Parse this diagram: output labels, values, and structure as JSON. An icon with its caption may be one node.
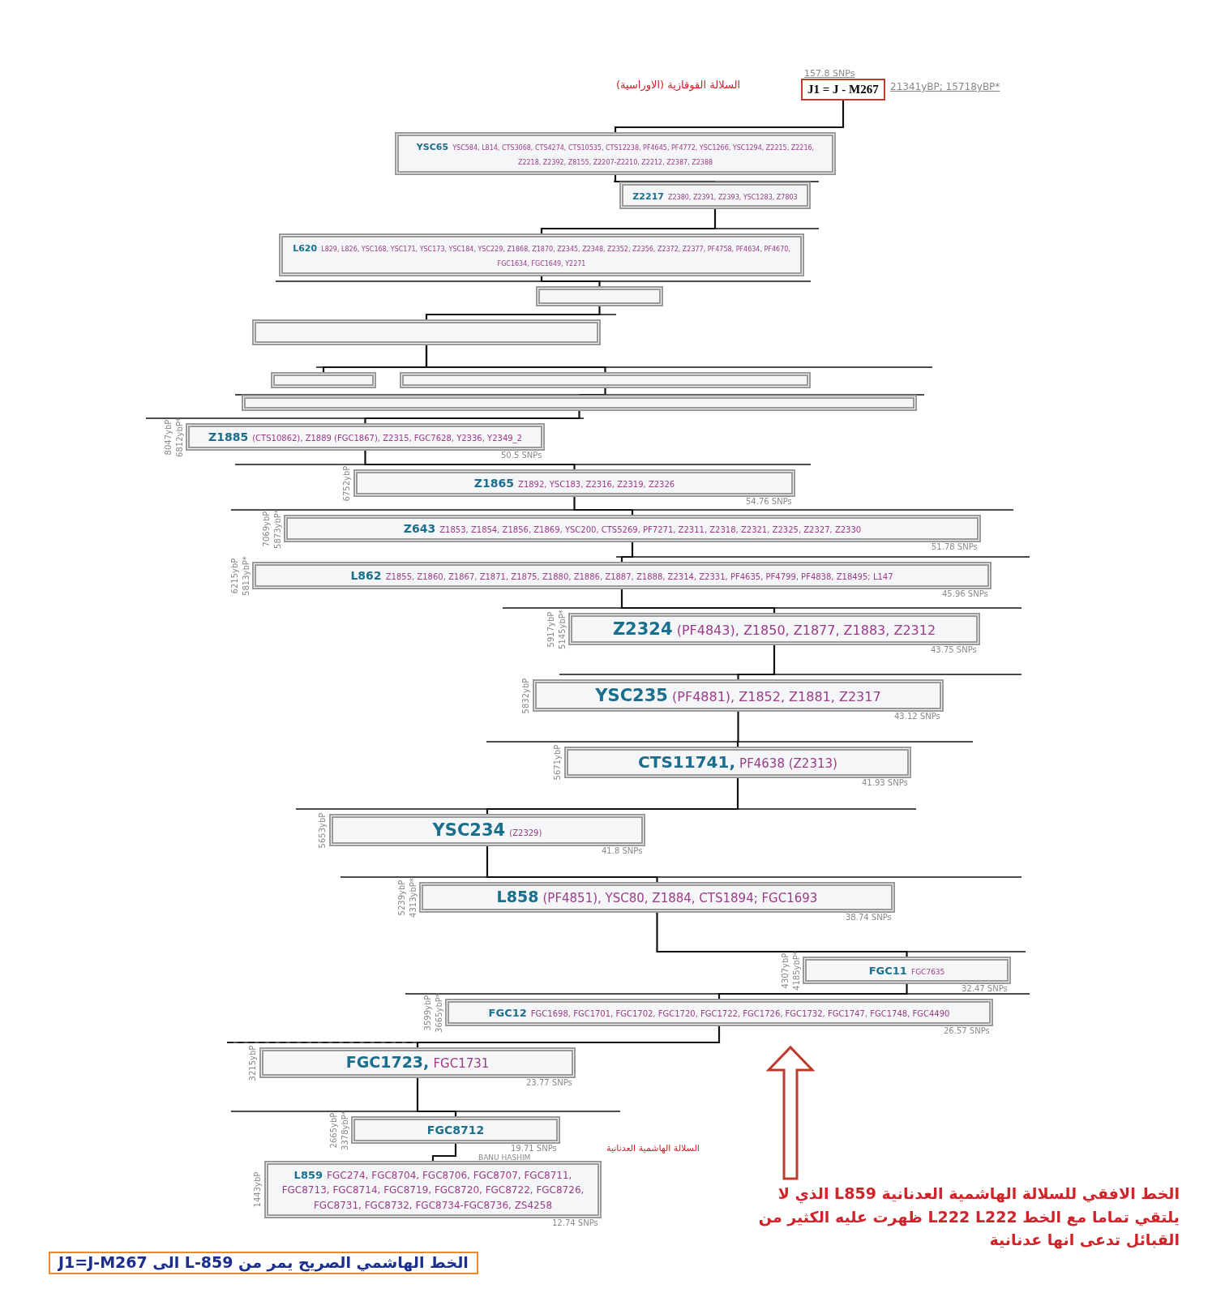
{
  "diagram": {
    "nodes": [
      {
        "text": [
          "J1 = J - M267"
        ],
        "beside": [
          "157.8 SNPs",
          "21341yBP; 15718yBP*"
        ]
      },
      {
        "text": [
          "YSC65",
          "YSC584, L814, CTS3068, CTS4274, CTS10535, CTS12238, PF4645, PF4772, YSC1266, YSC1294, Z2215, Z2216, Z2218, Z2392, Z8155, Z2207-Z2210, Z2212, Z2387, Z2388"
        ]
      },
      {
        "text": [
          "Z2217",
          "Z2380, Z2391, Z2393, YSC1283, Z7803"
        ]
      },
      {
        "text": [
          "L620",
          "L829, L826, YSC168, YSC171, YSC173, YSC184, YSC229, Z1868, Z1870, Z2345, Z2348, Z2352, Z2356, Z2372, Z2377, PF4758, PF4634, PF4670, FGC1634, FGC1649, Y2271"
        ]
      },
      {
        "text": [],
        "shape": "box"
      },
      {
        "text": [],
        "shape": "box"
      },
      {
        "text": [],
        "shape": "box"
      },
      {
        "text": [],
        "shape": "box"
      },
      {
        "text": [],
        "shape": "box"
      },
      {
        "text": [
          "Z1885",
          "(CTS10862), Z1889 (FGC1867), Z2315, FGC7628, Y2336, Y2349_2"
        ],
        "beside": [
          "8047ybP",
          "6812ybP*",
          "50.5 SNPs"
        ]
      },
      {
        "text": [
          "Z1865",
          "Z1892, YSC183, Z2316, Z2319, Z2326"
        ],
        "beside": [
          "6752ybP",
          "54.76 SNPs"
        ]
      },
      {
        "text": [
          "Z643",
          "Z1853, Z1854, Z1856, Z1869, YSC200, CTS5269, PF7271, Z2311, Z2318, Z2321, Z2325, Z2327, Z2330"
        ],
        "beside": [
          "7069ybP",
          "5873ybP*",
          "51.78 SNPs"
        ]
      },
      {
        "text": [
          "L862",
          "Z1855, Z1860, Z1867, Z1871, Z1875, Z1880, Z1886, Z1887, Z1888, Z2314, Z2331, PF4635, PF4799, PF4838, Z18495; L147"
        ],
        "beside": [
          "6215ybP",
          "5813ybP*",
          "45.96 SNPs"
        ]
      },
      {
        "text": [
          "Z2324",
          "(PF4843), Z1850, Z1877, Z1883, Z2312"
        ],
        "beside": [
          "5917ybP",
          "5145ybP*",
          "43.75 SNPs"
        ]
      },
      {
        "text": [
          "YSC235",
          "(PF4881), Z1852, Z1881, Z2317"
        ],
        "beside": [
          "5832ybP",
          "43.12 SNPs"
        ]
      },
      {
        "text": [
          "CTS11741,",
          "PF4638 (Z2313)"
        ],
        "beside": [
          "5671ybP",
          "41.93 SNPs"
        ]
      },
      {
        "text": [
          "YSC234",
          "(Z2329)"
        ],
        "beside": [
          "5653ybP",
          "41.8 SNPs"
        ]
      },
      {
        "text": [
          "L858",
          "(PF4851), YSC80, Z1884, CTS1894; FGC1693"
        ],
        "beside": [
          "5239ybP",
          "4313ybP*",
          "38.74 SNPs"
        ]
      },
      {
        "text": [
          "FGC11",
          "FGC7635"
        ],
        "beside": [
          "4307ybP",
          "4185ybP*",
          "32.47 SNPs"
        ]
      },
      {
        "text": [
          "FGC12",
          "FGC1698, FGC1701, FGC1702, FGC1720, FGC1722, FGC1726, FGC1732, FGC1747, FGC1748, FGC4490"
        ],
        "beside": [
          "3599ybP",
          "3665ybP*",
          "26.57 SNPs"
        ]
      },
      {
        "text": [
          "FGC1723,",
          "FGC1731"
        ],
        "beside": [
          "3215ybP",
          "23.77 SNPs"
        ]
      },
      {
        "text": [
          "FGC8712"
        ],
        "beside": [
          "2665ybP",
          "3378ybP*",
          "19.71 SNPs"
        ]
      },
      {
        "text": [
          "L859",
          "FGC274, FGC8704, FGC8706, FGC8707, FGC8711, FGC8713, FGC8714, FGC8719, FGC8720, FGC8722, FGC8726, FGC8731, FGC8732, FGC8734-FGC8736, ZS4258"
        ],
        "beside": [
          "1443ybP",
          "12.74 SNPs"
        ]
      },
      {
        "text": [
          "الخط الافقي للسلالة الهاشمية العدنانية L859 الذي لا يلتقي تماما مع الخط L222 L222 ظهرت عليه الكثير من القبائل تدعى انها عدنانية"
        ]
      },
      {
        "text": [
          "الخط الهاشمي الصريح يمر من L-859 الى J1=J-M267"
        ]
      }
    ],
    "edges": [
      {
        "from": 0,
        "to": 1,
        "arrow": "none"
      },
      {
        "from": 1,
        "to": 2,
        "arrow": "none"
      },
      {
        "from": 2,
        "to": 3,
        "arrow": "none"
      },
      {
        "from": 3,
        "to": 4,
        "arrow": "none"
      },
      {
        "from": 4,
        "to": 5,
        "arrow": "none"
      },
      {
        "from": 5,
        "to": 6,
        "arrow": "none"
      },
      {
        "from": 5,
        "to": 7,
        "arrow": "none"
      },
      {
        "from": 7,
        "to": 8,
        "arrow": "none"
      },
      {
        "from": 8,
        "to": 9,
        "arrow": "none"
      },
      {
        "from": 9,
        "to": 10,
        "arrow": "none"
      },
      {
        "from": 10,
        "to": 11,
        "arrow": "none"
      },
      {
        "from": 11,
        "to": 12,
        "arrow": "none"
      },
      {
        "from": 12,
        "to": 13,
        "arrow": "none"
      },
      {
        "from": 13,
        "to": 14,
        "arrow": "none"
      },
      {
        "from": 14,
        "to": 15,
        "arrow": "none"
      },
      {
        "from": 15,
        "to": 16,
        "arrow": "none"
      },
      {
        "from": 16,
        "to": 17,
        "arrow": "none"
      },
      {
        "from": 17,
        "to": 18,
        "arrow": "none"
      },
      {
        "from": 18,
        "to": 19,
        "arrow": "none"
      },
      {
        "from": 19,
        "to": 20,
        "arrow": "none"
      },
      {
        "from": 20,
        "to": 21,
        "arrow": "none"
      },
      {
        "from": 21,
        "to": 22,
        "arrow": "none"
      },
      {
        "from": 23,
        "to": null,
        "arrow": "to",
        "style": "thick",
        "color": "#c0392b"
      }
    ],
    "labels": [
      "السلالة القوقازية (الاوراسية)",
      "BANU HASHIM",
      "السلالة الهاشمية العدنانية"
    ]
  }
}
